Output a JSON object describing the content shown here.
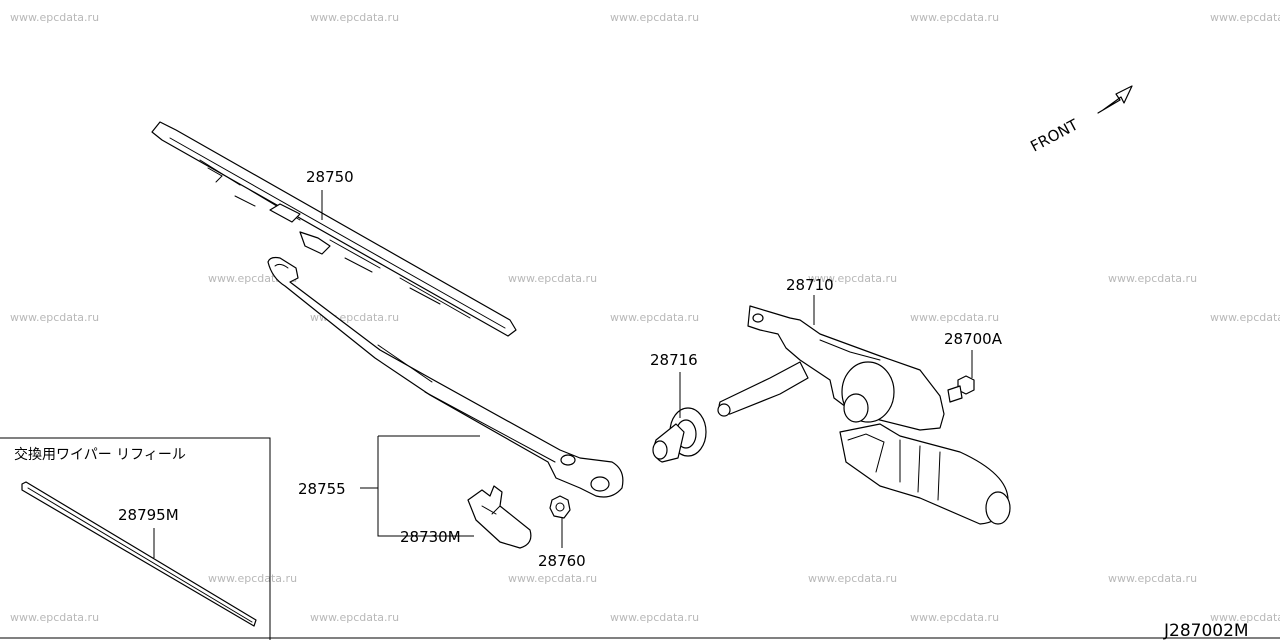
{
  "watermark": "www.epcdata.ru",
  "diagram_code": "J287002M",
  "front_label": "FRONT",
  "refill_box_title": "交換用ワイパー リフィール",
  "parts": {
    "blade": "28750",
    "motor": "28710",
    "pivot_seal": "28716",
    "bolt": "28700A",
    "arm": "28755",
    "cap": "28730M",
    "nut": "28760",
    "refill": "28795M"
  }
}
